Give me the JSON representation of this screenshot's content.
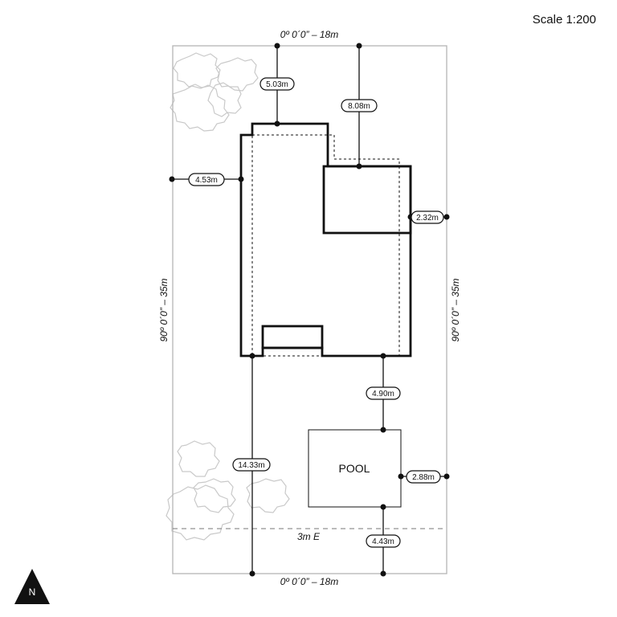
{
  "scale": "Scale 1:200",
  "boundary": {
    "top": "0º 0´0” – 18m",
    "bottom": "0º 0´0” – 18m",
    "left": "90º 0´0” – 35m",
    "right": "90º 0´0” – 35m"
  },
  "easement": "3m E",
  "pool_label": "POOL",
  "dimensions": {
    "top_left": "5.03m",
    "top_right": "8.08m",
    "left": "4.53m",
    "right": "2.32m",
    "rear_house": "4.90m",
    "long_left": "14.33m",
    "pool_right": "2.88m",
    "pool_bottom": "4.43m"
  },
  "north": "N",
  "colors": {
    "line": "#111111",
    "boundary": "#b5b5b5",
    "tree": "#c9c9c9"
  }
}
